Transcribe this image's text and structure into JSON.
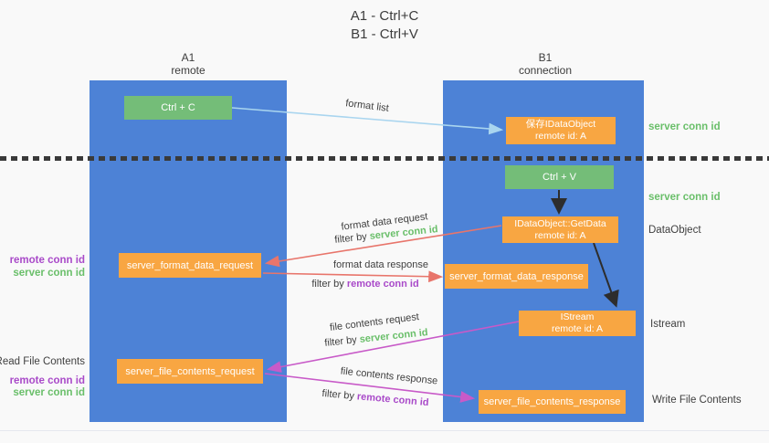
{
  "title": {
    "line1": "A1 - Ctrl+C",
    "line2": "B1 - Ctrl+V"
  },
  "lanes": {
    "left": {
      "name": "A1",
      "subtitle": "remote"
    },
    "right": {
      "name": "B1",
      "subtitle": "connection"
    }
  },
  "nodes": {
    "ctrl_c": {
      "label": "Ctrl + C"
    },
    "ctrl_v": {
      "label": "Ctrl + V"
    },
    "save_dataobject": {
      "line1": "保存IDataObject",
      "line2": "remote id: A"
    },
    "getdata": {
      "line1": "IDataObject::GetData",
      "line2": "remote id: A"
    },
    "istream": {
      "line1": "IStream",
      "line2": "remote id: A"
    },
    "format_request": {
      "label": "server_format_data_request"
    },
    "format_response": {
      "label": "server_format_data_response"
    },
    "file_request": {
      "label": "server_file_contents_request"
    },
    "file_response": {
      "label": "server_file_contents_response"
    }
  },
  "edge_labels": {
    "format_list": "format list",
    "format_data_request": "format data request",
    "filter1_prefix": "filter by ",
    "filter1_key": "server conn id",
    "format_data_response": "format data response",
    "filter2_prefix": "filter by ",
    "filter2_key": "remote conn id",
    "file_contents_request": "file contents request",
    "filter3_prefix": "filter by ",
    "filter3_key": "server conn id",
    "file_contents_response": "file contents response",
    "filter4_prefix": "filter by ",
    "filter4_key": "remote conn id"
  },
  "side_labels": {
    "right_server_conn_top": "server conn id",
    "right_server_conn_mid": "server conn id",
    "right_dataobject": "DataObject",
    "right_istream": "Istream",
    "right_write_file": "Write File Contents",
    "left_remote_conn_1": "remote conn id",
    "left_server_conn_1": "server conn id",
    "left_read_file": "Read File Contents",
    "left_remote_conn_2": "remote conn id",
    "left_server_conn_2": "server conn id"
  },
  "colors": {
    "background": "#f9f9f9",
    "lane_blue": "#4d82d6",
    "node_green": "#74bd78",
    "node_orange": "#f8a642",
    "arrow_blue": "#a9d5ef",
    "arrow_red": "#e8756b",
    "arrow_magenta": "#c85ac8",
    "arrow_black": "#2d2d2d",
    "label_green": "#6abf6a",
    "label_purple": "#a94ac9",
    "text_dark": "#3f3f3f"
  }
}
